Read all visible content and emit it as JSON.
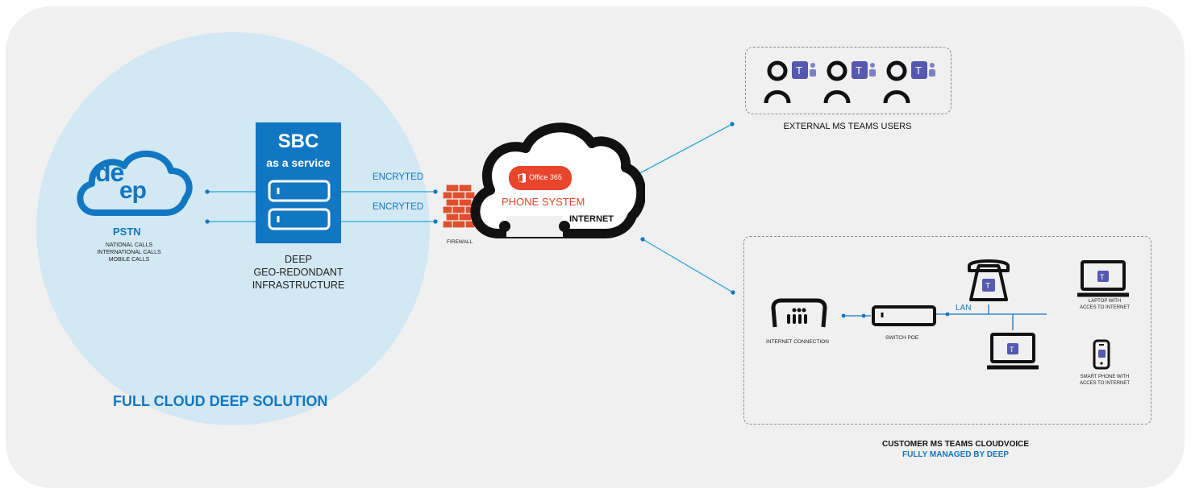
{
  "pstn": {
    "brand_top": "de",
    "brand_bottom": "ep",
    "title": "PSTN",
    "lines": [
      "NATIONAL CALLS",
      "INTERNATIONAL CALLS",
      "MOBILE CALLS"
    ]
  },
  "sbc": {
    "title": "SBC",
    "subtitle": "as a service"
  },
  "infra": {
    "lines": [
      "DEEP",
      "GEO-REDONDANT",
      "INFRASTRUCTURE"
    ]
  },
  "links": {
    "encrypted_1": "ENCRYTED",
    "encrypted_2": "ENCRYTED"
  },
  "firewall_label": "FIREWALL",
  "cloud": {
    "badge": "Office 365",
    "title": "PHONE SYSTEM",
    "subtitle": "INTERNET"
  },
  "external_users": {
    "label": "EXTERNAL MS TEAMS USERS"
  },
  "customer": {
    "internet_connection": "INTERNET CONNECTION",
    "switch": "SWITCH POE",
    "lan": "LAN",
    "laptop": [
      "LAPTOP WITH",
      "ACCES TO INTERNET"
    ],
    "smartphone": [
      "SMART PHONE WITH",
      "ACCES TO INTERNET"
    ],
    "caption_1": "CUSTOMER MS TEAMS CLOUDVOICE",
    "caption_2": "FULLY MANAGED BY DEEP"
  },
  "solution_label": "FULL CLOUD DEEP SOLUTION",
  "colors": {
    "deep_blue": "#1277c2",
    "light_blue_circle": "#d2e8f3",
    "office_red": "#e8452c",
    "teams_purple": "#5559b0",
    "connector_blue": "#2aa5d6"
  }
}
